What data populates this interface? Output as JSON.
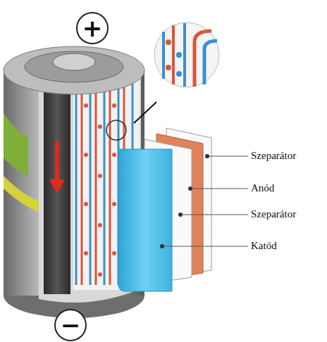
{
  "diagram": {
    "nodes": [
      {
        "text": [
          "+"
        ]
      },
      {
        "text": [
          "−"
        ]
      }
    ],
    "labels": [
      "Szeparátor",
      "Anód",
      "Szeparátor",
      "Katód"
    ]
  }
}
